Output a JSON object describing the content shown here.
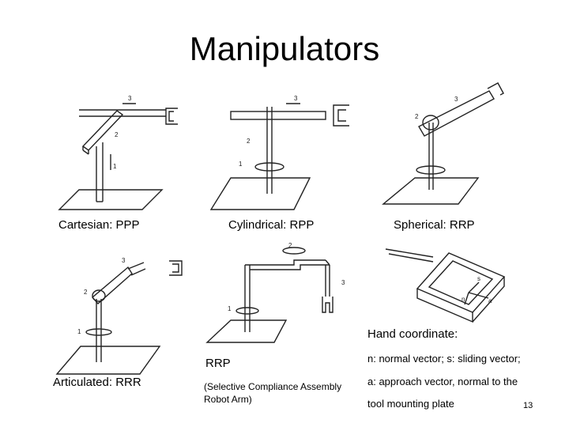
{
  "title": "Manipulators",
  "captions": {
    "cartesian": "Cartesian: PPP",
    "cylindrical": "Cylindrical: RPP",
    "spherical": "Spherical: RRP",
    "articulated": "Articulated: RRR",
    "scara_short": "RRP",
    "scara_long": "(Selective Compliance Assembly Robot Arm)"
  },
  "hand": {
    "heading": "Hand coordinate:",
    "line1": "n: normal vector; s: sliding vector;",
    "line2": "a: approach vector, normal to the",
    "line3": "tool mounting plate"
  },
  "slide_number": "13",
  "joint_labels": {
    "one": "1",
    "two": "2",
    "three": "3",
    "s": "s",
    "n": "n",
    "a": "a"
  },
  "icons": [
    "cartesian-robot-icon",
    "cylindrical-robot-icon",
    "spherical-robot-icon",
    "articulated-robot-icon",
    "scara-robot-icon",
    "hand-coordinate-icon"
  ]
}
